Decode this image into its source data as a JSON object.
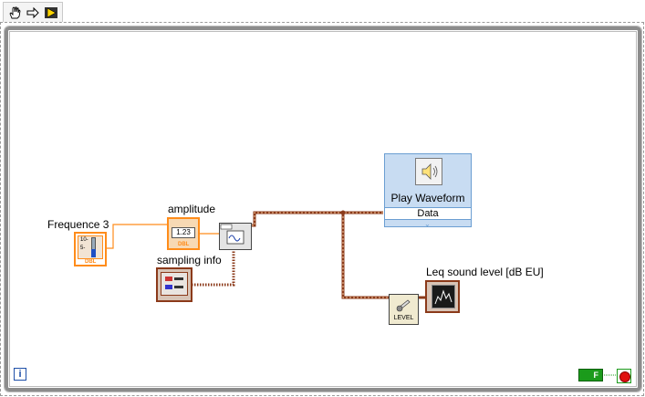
{
  "toolbar": {
    "items": [
      "hand-tool",
      "arrow-tool",
      "run-arrow"
    ]
  },
  "nodes": {
    "frequence": {
      "label": "Frequence 3",
      "type_tag": "DBL"
    },
    "amplitude": {
      "label": "amplitude",
      "type_tag": "DBL",
      "display": "1.23"
    },
    "sampling": {
      "label": "sampling info"
    },
    "play_waveform": {
      "title": "Play Waveform",
      "terminal": "Data"
    },
    "level": {
      "caption": "LEVEL"
    },
    "leq": {
      "label": "Leq sound level [dB EU]"
    }
  },
  "loop": {
    "info_terminal": "i",
    "stop_const": "F"
  },
  "colors": {
    "wire_waveform": "#8b3a1a",
    "wire_dbl": "#ff8c1a",
    "express_blue": "#c8dcf2",
    "loop_gray": "#8c8c8c"
  }
}
